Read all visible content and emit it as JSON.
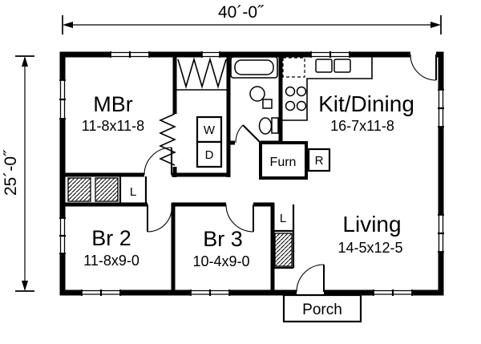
{
  "plan": {
    "overall": {
      "width": "40´-0˝",
      "depth": "25´-0˝"
    },
    "rooms": {
      "mbr": {
        "name": "MBr",
        "size": "11-8x11-8"
      },
      "kit": {
        "name": "Kit/Dining",
        "size": "16-7x11-8"
      },
      "br2": {
        "name": "Br 2",
        "size": "11-8x9-0"
      },
      "br3": {
        "name": "Br 3",
        "size": "10-4x9-0"
      },
      "living": {
        "name": "Living",
        "size": "14-5x12-5"
      },
      "porch": {
        "name": "Porch"
      }
    },
    "labels": {
      "furnace": "Furn",
      "washer": "W",
      "dryer": "D",
      "refrigerator": "R",
      "linen_hall": "L",
      "linen_living": "L"
    },
    "colors": {
      "ink": "#000000",
      "paper": "#ffffff"
    }
  }
}
